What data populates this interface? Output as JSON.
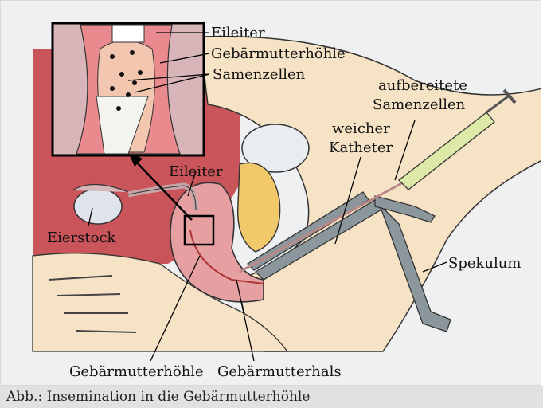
{
  "labels": {
    "inset_eileiter": "Eileiter",
    "inset_gebaermutterhoehle": "Gebärmutterhöhle",
    "inset_samenzellen": "Samenzellen",
    "aufbereitete": "aufbereitete",
    "samenzellen": "Samenzellen",
    "weicher": "weicher",
    "katheter": "Katheter",
    "eileiter": "Eileiter",
    "eierstock": "Eierstock",
    "spekulum": "Spekulum",
    "gebaermutterhoehle": "Gebärmutterhöhle",
    "gebaermutterhals": "Gebärmutterhals"
  },
  "caption": "Abb.: Insemination in die Gebärmutterhöhle",
  "colors": {
    "tissue_red": "#c9545a",
    "tissue_pink": "#e7a0a2",
    "skin": "#f6e3c6",
    "instrument": "#8c979d",
    "syringe_fluid": "#dde9a6",
    "background": "#eef0f1"
  }
}
